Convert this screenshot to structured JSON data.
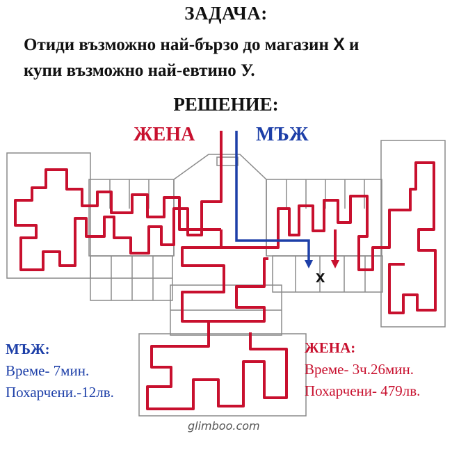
{
  "task": {
    "title": "ЗАДАЧА:",
    "line1_before": "Отиди възможно най-бързо до магазин ",
    "line1_mark": "Х",
    "line1_after": " и",
    "line2": "купи възможно най-евтино У."
  },
  "solution_heading": "РЕШЕНИЕ:",
  "routes": {
    "woman_label": "ЖЕНА",
    "man_label": "МЪЖ",
    "target_mark": "x"
  },
  "man_stats": {
    "heading": "МЪЖ:",
    "time": "Време- 7мин.",
    "spent": "Похарчени.-12лв."
  },
  "woman_stats": {
    "heading": "ЖЕНА:",
    "time": "Време- 3ч.26мин.",
    "spent": "Похарчени- 479лв."
  },
  "credit": "glimboo.com",
  "colors": {
    "woman": "#c8102e",
    "man": "#1d3fa8",
    "walls": "#7a7a7a"
  }
}
